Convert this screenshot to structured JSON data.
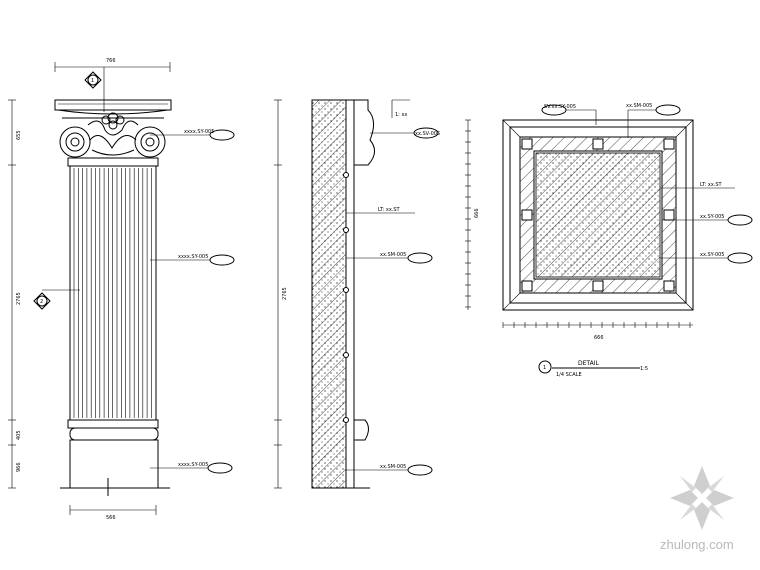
{
  "column_elevation": {
    "top_dim": "766",
    "bottom_dim": "566",
    "left_dims": [
      "655",
      "2765",
      "405",
      "966"
    ],
    "labels": [
      "xxxx.SY-005",
      "xxxx.SY-005",
      "xxxx.SY-005"
    ],
    "marker_1": "1",
    "marker_2": "2"
  },
  "column_section": {
    "left_dim": "2765",
    "label_top": "1: xx",
    "label_mid": "xx.SV-005",
    "label_note": "LT: xx.ST",
    "label_low": "xx.SM-005",
    "label_bottom": "xx.SM-005"
  },
  "plan_detail": {
    "callout_tl": "SV.xx.SY-005",
    "callout_tr": "xx.SM-005",
    "callout_r1": "LT: xx.ST",
    "callout_r2": "xx.SY-005",
    "callout_r3": "xx.SY-005",
    "left_dim": "666",
    "bottom_dim": "666",
    "detail_title": "DETAIL",
    "detail_sub": "1/4 SCALE",
    "detail_scale": "1:5",
    "detail_num": "1"
  },
  "watermark": {
    "text": "zhulong.com"
  }
}
